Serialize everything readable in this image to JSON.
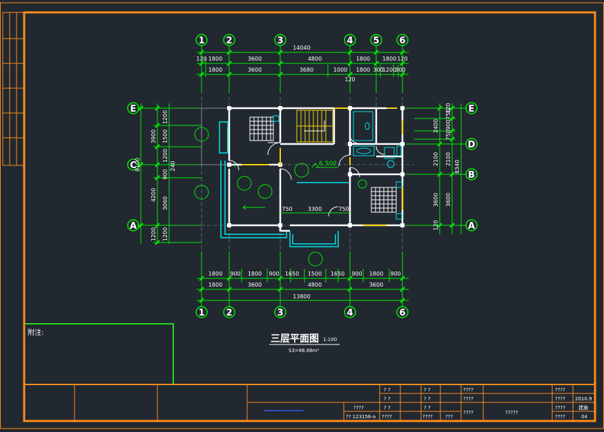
{
  "note_label": "附注:",
  "drawing": {
    "title": "三层平面图",
    "scale": "1:100",
    "area": "S3=86.88m²",
    "level": "6.500",
    "overall_top": "14040",
    "overall_bottom": "13800",
    "overall_left": "8100",
    "overall_right": "8340",
    "grid_top": [
      "1",
      "2",
      "3",
      "4",
      "5",
      "6"
    ],
    "grid_bottom": [
      "1",
      "2",
      "3",
      "4",
      "6"
    ],
    "grid_left": [
      "E",
      "C",
      "A"
    ],
    "grid_right": [
      "E",
      "D",
      "B",
      "A"
    ],
    "top_row1": [
      "120",
      "1800",
      "3600",
      "4800",
      "1800",
      "1800",
      "120"
    ],
    "top_row2": [
      "1800",
      "3600",
      "3680",
      "1000",
      "1800",
      "300",
      "1200",
      "300"
    ],
    "top_row3": "120",
    "bottom_row1": [
      "1800",
      "900",
      "1800",
      "900",
      "1650",
      "1500",
      "1650",
      "900",
      "1800",
      "900"
    ],
    "bottom_row2": [
      "1800",
      "3600",
      "4800",
      "3600"
    ],
    "inner_dims": [
      "750",
      "3300",
      "750"
    ],
    "left_outer": [
      "3900",
      "4200",
      "1200"
    ],
    "left_inner": [
      "1200",
      "1500",
      "1200",
      "900",
      "3060",
      "1200"
    ],
    "left_small": "240",
    "right_outer": [
      "2400",
      "2100",
      "3600",
      "120"
    ],
    "right_inner": [
      "120",
      "750",
      "900",
      "750",
      "2100",
      "3600"
    ]
  },
  "title_block": {
    "q": "? ?",
    "q4": "????",
    "q3": "???",
    "q5": "?????",
    "code": "?? 123156-a",
    "date": "2010.9",
    "sheet": "04",
    "stage": "建施"
  },
  "colors": {
    "background": "#212830",
    "border": "#ff8c1a",
    "dimension": "#00ee00",
    "wall": "#ffffff",
    "fixture": "#00e5ee",
    "window": "#ffd400",
    "text": "#ffffff"
  }
}
